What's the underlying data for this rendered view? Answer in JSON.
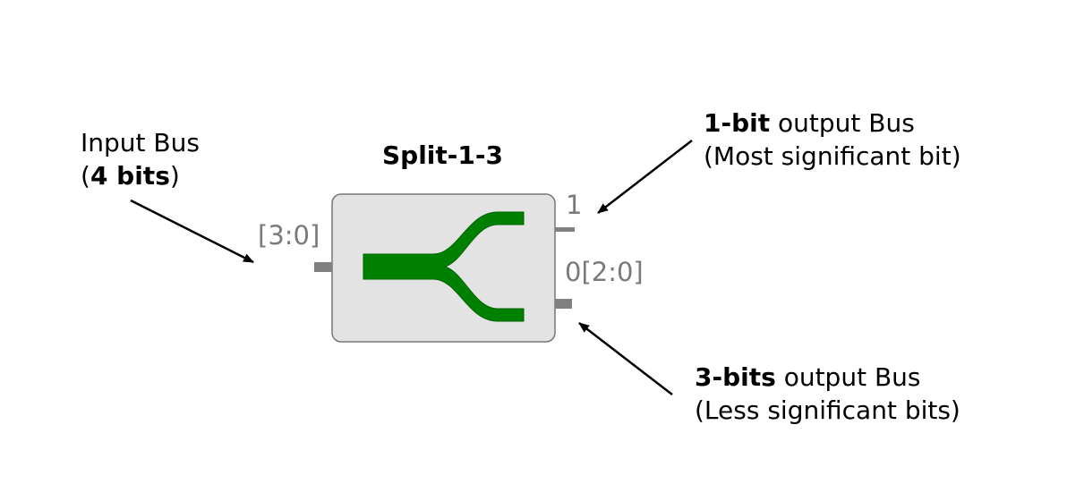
{
  "component": {
    "title": "Split-1-3",
    "input_port_label": "[3:0]",
    "output_port_msb_label": "1",
    "output_port_lsb_label": "0[2:0]"
  },
  "annotations": {
    "input": {
      "line1": "Input Bus",
      "line2_open": "(",
      "line2_bold": "4 bits",
      "line2_close": ")"
    },
    "output_msb": {
      "line1_bold": "1-bit",
      "line1_rest": " output Bus",
      "line2": "(Most significant bit)"
    },
    "output_lsb": {
      "line1_bold": "3-bits",
      "line1_rest": " output Bus",
      "line2": "(Less significant bits)"
    }
  },
  "colors": {
    "block_fill": "#e3e3e3",
    "block_stroke": "#777777",
    "port": "#808080",
    "splitter_green": "#008000",
    "splitter_stroke": "#006400",
    "port_label_text": "#7a7a7a",
    "arrow": "#000000"
  },
  "icons": {
    "splitter": "bus-splitter-icon"
  }
}
